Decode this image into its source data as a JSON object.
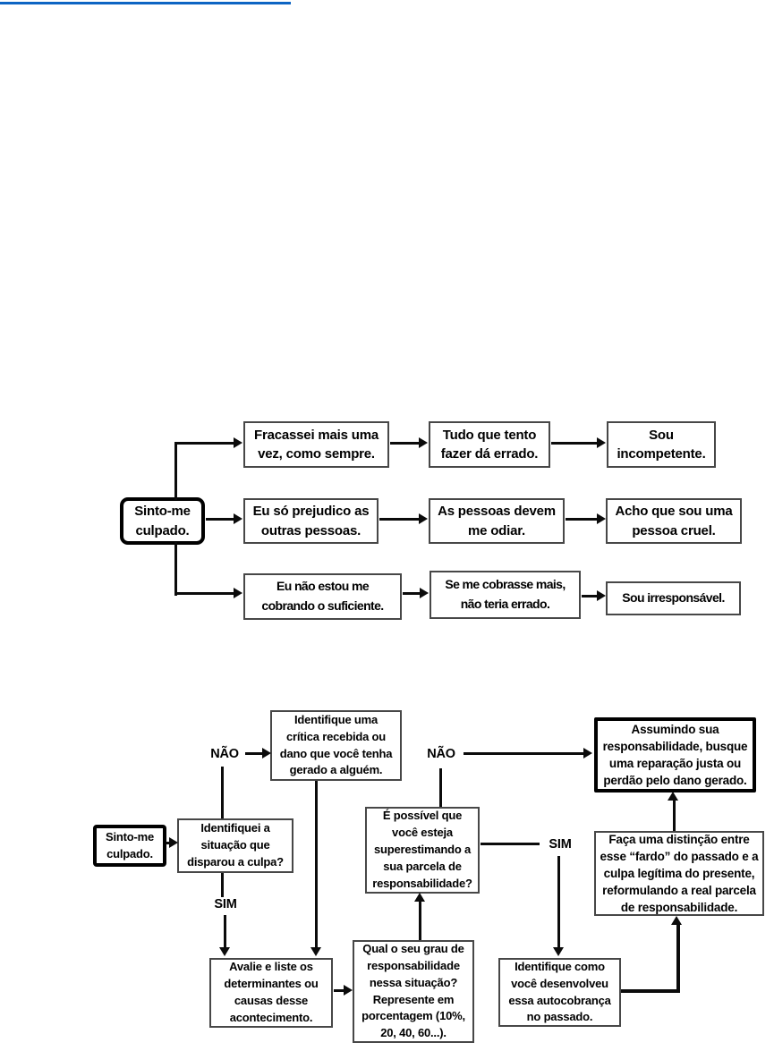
{
  "page": {
    "top_rule_color": "#0d64c3"
  },
  "flowchart1": {
    "root": "Sinto-me\nculpado.",
    "rows": [
      [
        "Fracassei mais uma\nvez, como sempre.",
        "Tudo que tento\nfazer dá errado.",
        "Sou\nincompetente."
      ],
      [
        "Eu só prejudico as\noutras pessoas.",
        "As pessoas devem\nme odiar.",
        "Acho que sou uma\npessoa cruel."
      ],
      [
        "Eu não estou me\ncobrando o suficiente.",
        "Se me cobrasse mais,\nnão teria errado.",
        "Sou irresponsável."
      ]
    ]
  },
  "flowchart2": {
    "root": "Sinto-me\nculpado.",
    "identify_situation": "Identifiquei a\nsituação que\ndisparou a culpa?",
    "identify_critic": "Identifique uma\ncrítica recebida ou\ndano que você tenha\ngerado a alguém.",
    "overestimating": "É possível que\nvocê esteja\nsuperestimando a\nsua parcela de\nresponsabilidade?",
    "assume_responsibility": "Assumindo sua\nresponsabilidade, busque\numa reparação justa ou\nperdão pelo dano gerado.",
    "evaluate_list": "Avalie e liste os\ndeterminantes ou\ncausas desse\nacontecimento.",
    "degree": "Qual o seu grau de\nresponsabilidade\nnessa situação?\nRepresente em\nporcentagem (10%,\n20, 40, 60...).",
    "developed": "Identifique como\nvocê desenvolveu\nessa autocobrança\nno passado.",
    "distinction": "Faça uma distinção entre\nesse “fardo” do passado e a\nculpa legítima do presente,\nreformulando a real parcela\nde responsabilidade.",
    "labels": {
      "no1": "NÃO",
      "yes1": "SIM",
      "no2": "NÃO",
      "yes2": "SIM"
    }
  }
}
